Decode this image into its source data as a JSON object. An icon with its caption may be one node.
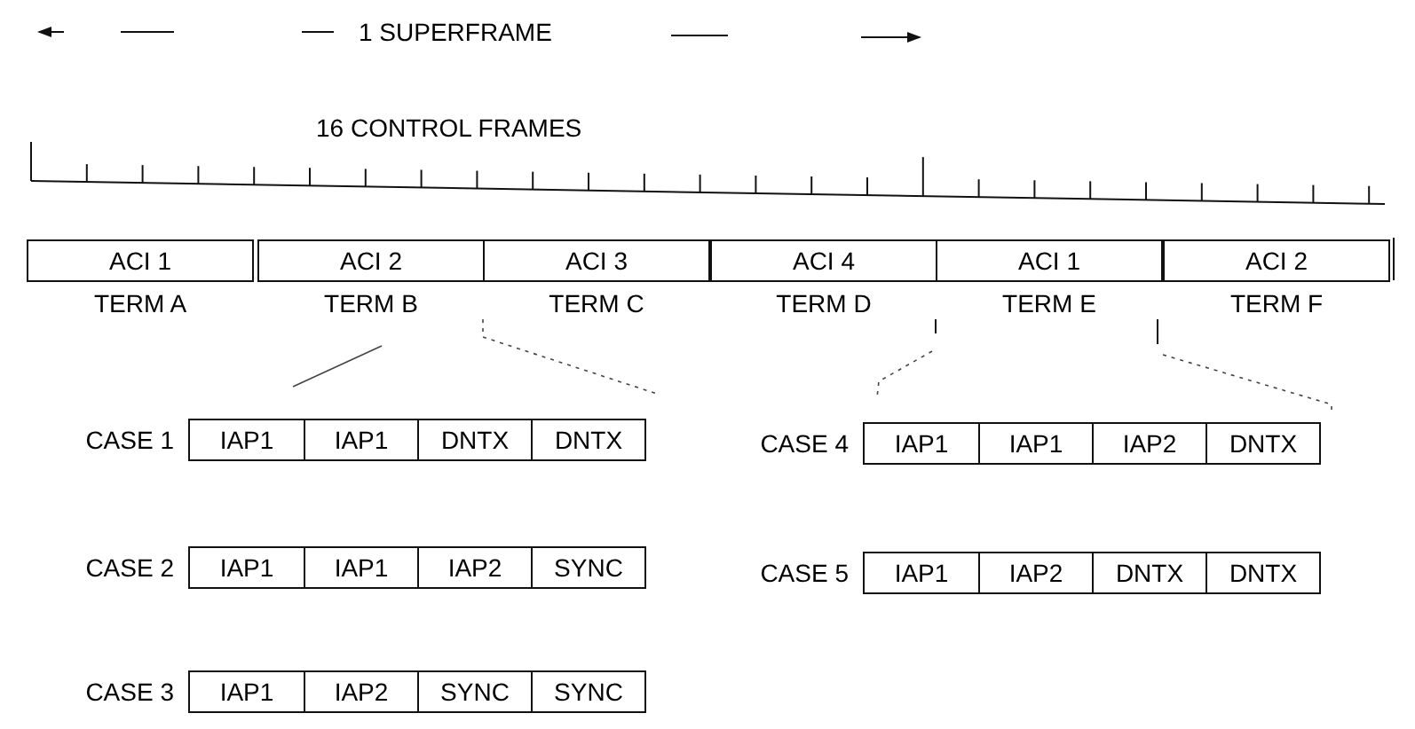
{
  "diagram": {
    "nodes": [
      {
        "text": [
          "ACI 1"
        ],
        "beside": [
          "TERM A"
        ]
      },
      {
        "text": [
          "ACI 2"
        ],
        "beside": [
          "TERM B"
        ]
      },
      {
        "text": [
          "ACI 3"
        ],
        "beside": [
          "TERM C"
        ]
      },
      {
        "text": [
          "ACI 4"
        ],
        "beside": [
          "TERM D"
        ]
      },
      {
        "text": [
          "ACI 1"
        ],
        "beside": [
          "TERM E"
        ]
      },
      {
        "text": [
          "ACI 2"
        ],
        "beside": [
          "TERM F"
        ]
      },
      {
        "text": [
          "CASE 1"
        ]
      },
      {
        "text": [
          "IAP1"
        ],
        "in": 6
      },
      {
        "text": [
          "IAP1"
        ],
        "in": 6
      },
      {
        "text": [
          "DNTX"
        ],
        "in": 6
      },
      {
        "text": [
          "DNTX"
        ],
        "in": 6
      },
      {
        "text": [
          "CASE 2"
        ]
      },
      {
        "text": [
          "IAP1"
        ],
        "in": 11
      },
      {
        "text": [
          "IAP1"
        ],
        "in": 11
      },
      {
        "text": [
          "IAP2"
        ],
        "in": 11
      },
      {
        "text": [
          "SYNC"
        ],
        "in": 11
      },
      {
        "text": [
          "CASE 3"
        ]
      },
      {
        "text": [
          "IAP1"
        ],
        "in": 16
      },
      {
        "text": [
          "IAP2"
        ],
        "in": 16
      },
      {
        "text": [
          "SYNC"
        ],
        "in": 16
      },
      {
        "text": [
          "SYNC"
        ],
        "in": 16
      },
      {
        "text": [
          "CASE 4"
        ]
      },
      {
        "text": [
          "IAP1"
        ],
        "in": 21
      },
      {
        "text": [
          "IAP1"
        ],
        "in": 21
      },
      {
        "text": [
          "IAP2"
        ],
        "in": 21
      },
      {
        "text": [
          "DNTX"
        ],
        "in": 21
      },
      {
        "text": [
          "CASE 5"
        ]
      },
      {
        "text": [
          "IAP1"
        ],
        "in": 26
      },
      {
        "text": [
          "IAP2"
        ],
        "in": 26
      },
      {
        "text": [
          "DNTX"
        ],
        "in": 26
      },
      {
        "text": [
          "DNTX"
        ],
        "in": 26
      }
    ],
    "labels": [
      "1 SUPERFRAME",
      "16 CONTROL FRAMES"
    ]
  }
}
